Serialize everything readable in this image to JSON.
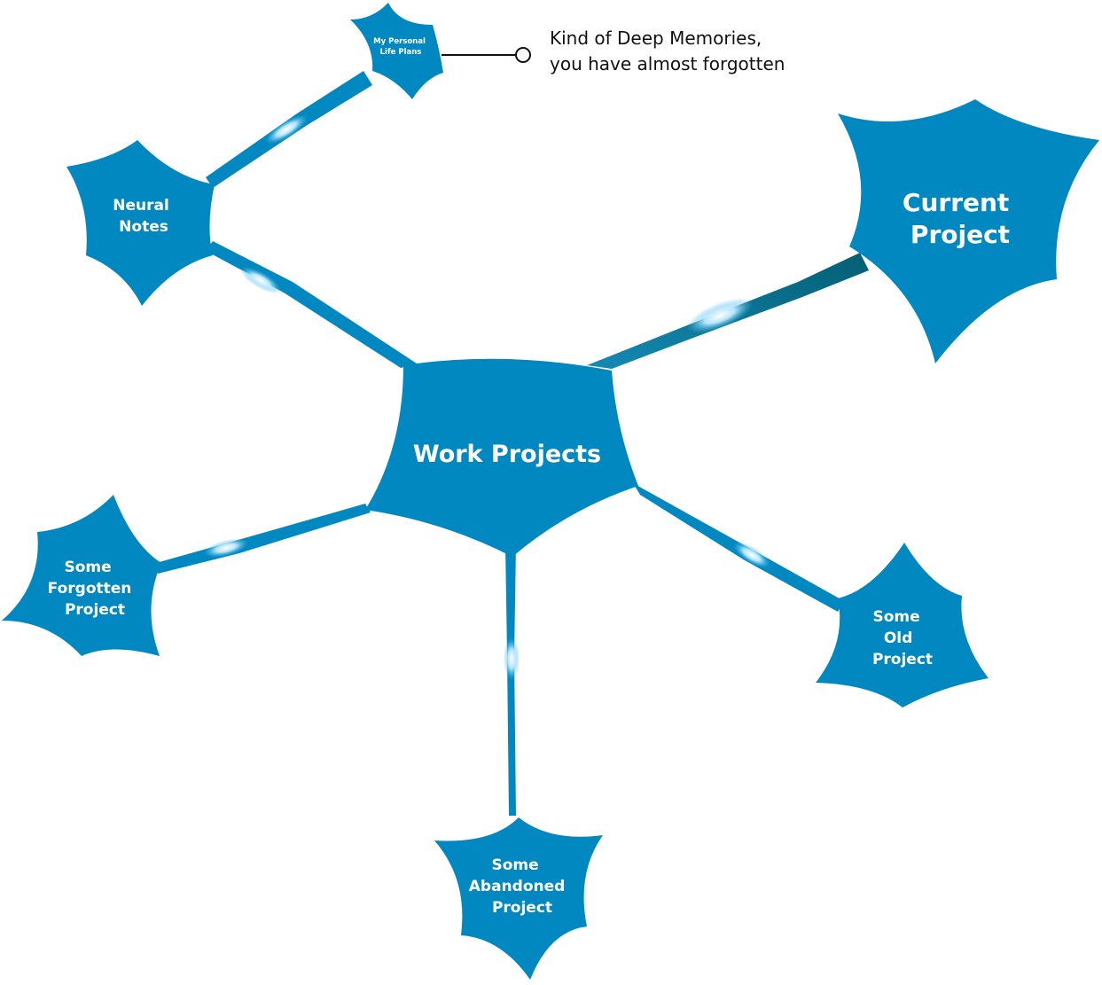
{
  "colors": {
    "node": "#0288C0",
    "dark_connector": "#046E86",
    "glow": "#7FD8FF",
    "glow_core": "#E8F8FF",
    "annotation": "#111111",
    "background": "#ffffff"
  },
  "nodes": {
    "center": {
      "label": "Work Projects"
    },
    "current": {
      "lines": [
        "Current",
        "Project"
      ]
    },
    "neural": {
      "lines": [
        "Neural",
        "Notes"
      ]
    },
    "personal": {
      "lines": [
        "My Personal",
        "Life Plans"
      ]
    },
    "forgotten": {
      "lines": [
        "Some",
        "Forgotten",
        "Project"
      ]
    },
    "abandoned": {
      "lines": [
        "Some",
        "Abandoned",
        "Project"
      ]
    },
    "old": {
      "lines": [
        "Some",
        "Old",
        "Project"
      ]
    }
  },
  "annotation": {
    "lines": [
      "Kind of Deep Memories,",
      "you have almost forgotten"
    ],
    "icon": "circle-marker"
  }
}
